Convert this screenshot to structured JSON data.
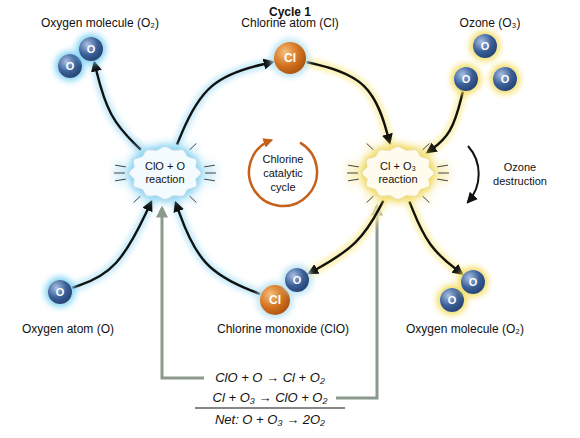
{
  "diagram": {
    "title": "Cycle 1",
    "nodes": [
      {
        "text": [
          "Oxygen molecule (O₂)"
        ]
      },
      {
        "text": [
          "O"
        ],
        "in": 0
      },
      {
        "text": [
          "O"
        ],
        "in": 0
      },
      {
        "text": [
          "Chlorine atom (Cl)"
        ]
      },
      {
        "text": [
          "Cl"
        ],
        "in": 3
      },
      {
        "text": [
          "Ozone (O₃)"
        ]
      },
      {
        "text": [
          "O"
        ],
        "in": 5
      },
      {
        "text": [
          "O"
        ],
        "in": 5
      },
      {
        "text": [
          "O"
        ],
        "in": 5
      },
      {
        "text": [
          "ClO + O reaction"
        ]
      },
      {
        "text": [
          "Cl + O₃ reaction"
        ]
      },
      {
        "text": [
          "Oxygen atom (O)"
        ]
      },
      {
        "text": [
          "O"
        ],
        "in": 11
      },
      {
        "text": [
          "Chlorine monoxide (ClO)"
        ]
      },
      {
        "text": [
          "Cl"
        ],
        "in": 13
      },
      {
        "text": [
          "O"
        ],
        "in": 13
      },
      {
        "text": [
          "Oxygen molecule (O₂)"
        ]
      },
      {
        "text": [
          "O"
        ],
        "in": 16
      },
      {
        "text": [
          "O"
        ],
        "in": 16
      }
    ],
    "edges": [
      {
        "from": 9,
        "to": 2,
        "arrow": "to"
      },
      {
        "from": 9,
        "to": 4,
        "arrow": "to"
      },
      {
        "from": 4,
        "to": 10,
        "arrow": "to"
      },
      {
        "from": 7,
        "to": 10,
        "arrow": "to"
      },
      {
        "from": 10,
        "to": 15,
        "arrow": "to"
      },
      {
        "from": 10,
        "to": 18,
        "arrow": "to"
      },
      {
        "from": 14,
        "to": 9,
        "arrow": "to"
      },
      {
        "from": 12,
        "to": 9,
        "arrow": "to"
      }
    ],
    "labels": [
      "Chlorine catalytic cycle",
      "Ozone destruction",
      "ClO + O → Cl + O₂",
      "Cl + O₃ → ClO + O₂",
      "Net: O + O₃ → 2O₂"
    ]
  }
}
